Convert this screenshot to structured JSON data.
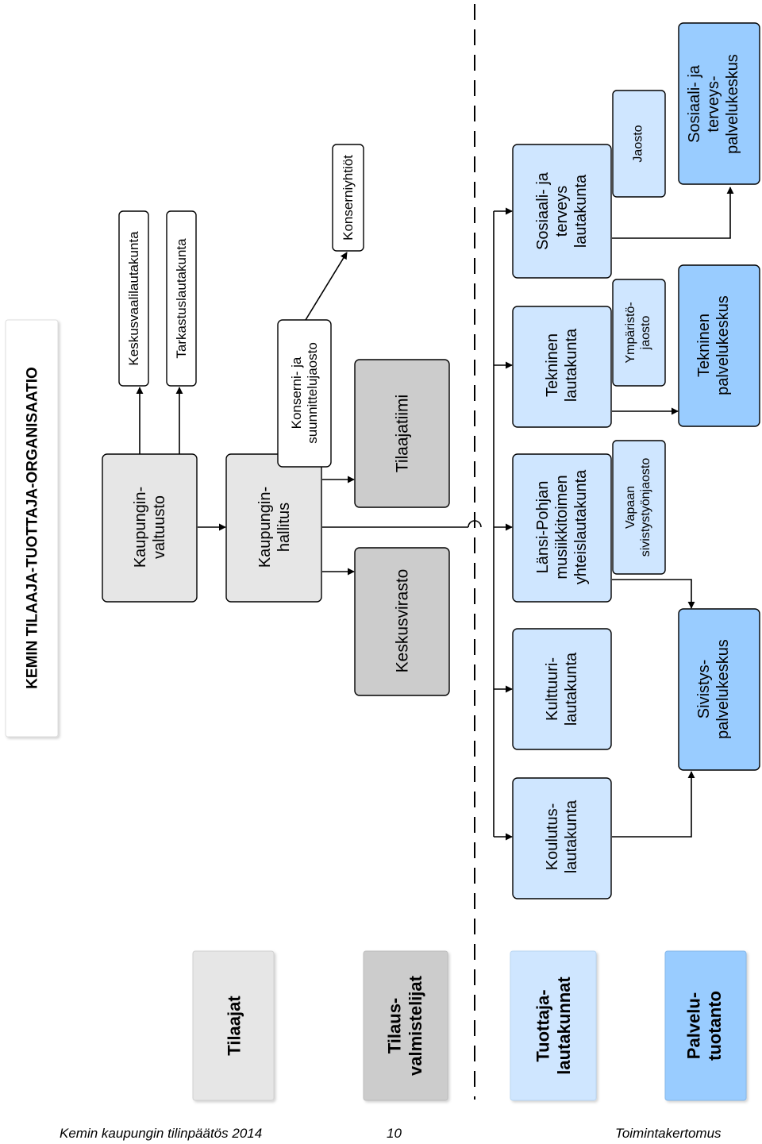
{
  "title": "KEMIN TILAAJA-TUOTTAJA-ORGANISAATIO",
  "colors": {
    "light_gray": "#e6e6e6",
    "mid_gray": "#cccccc",
    "light_blue": "#cfe6ff",
    "blue": "#99ccff",
    "white": "#ffffff",
    "stroke": "#000000"
  },
  "legend": {
    "tilaajat": "Tilaajat",
    "tilausvalmistelijat": [
      "Tilaus-",
      "valmistelijat"
    ],
    "tuottajalautakunnat": [
      "Tuottaja-",
      "lautakunnat"
    ],
    "palvelutuotanto": [
      "Palvelu-",
      "tuotanto"
    ]
  },
  "nodes": {
    "keskusvaalilautakunta": [
      "Keskusvaalilautakunta"
    ],
    "tarkastuslautakunta": [
      "Tarkastuslautakunta"
    ],
    "kaupunginvaltuusto": [
      "Kaupungin-",
      "valtuusto"
    ],
    "kaupunginhallitus": [
      "Kaupungin-",
      "hallitus"
    ],
    "konserni_jaosto": [
      "Konserni- ja",
      "suunnittelujaosto"
    ],
    "konserniyhtiot": [
      "Konserniyhtiöt"
    ],
    "keskusvirasto": [
      "Keskusvirasto"
    ],
    "tilaajatiimi": [
      "Tilaajatiimi"
    ],
    "koulutuslautakunta": [
      "Koulutus-",
      "lautakunta"
    ],
    "kulttuurilautakunta": [
      "Kulttuuri-",
      "lautakunta"
    ],
    "musiikkiopisto": [
      "Länsi-Pohjan",
      "musiikkitoimen",
      "yhteislautakunta"
    ],
    "tekninen_lautakunta": [
      "Tekninen",
      "lautakunta"
    ],
    "sosiaali_lautakunta": [
      "Sosiaali- ja",
      "terveys",
      "lautakunta"
    ],
    "vapaan_jaosto": [
      "Vapaan",
      "sivistystyönjaosto"
    ],
    "ymparisto_jaosto": [
      "Ympäristö-",
      "jaosto"
    ],
    "jaosto": [
      "Jaosto"
    ],
    "sivistys_keskus": [
      "Sivistys-",
      "palvelukeskus"
    ],
    "tekninen_keskus": [
      "Tekninen",
      "palvelukeskus"
    ],
    "sosiaali_keskus": [
      "Sosiaali- ja",
      "terveys-",
      "palvelukeskus"
    ]
  },
  "footer": {
    "left": "Kemin kaupungin tilinpäätös 2014",
    "page": "10",
    "right": "Toimintakertomus"
  }
}
